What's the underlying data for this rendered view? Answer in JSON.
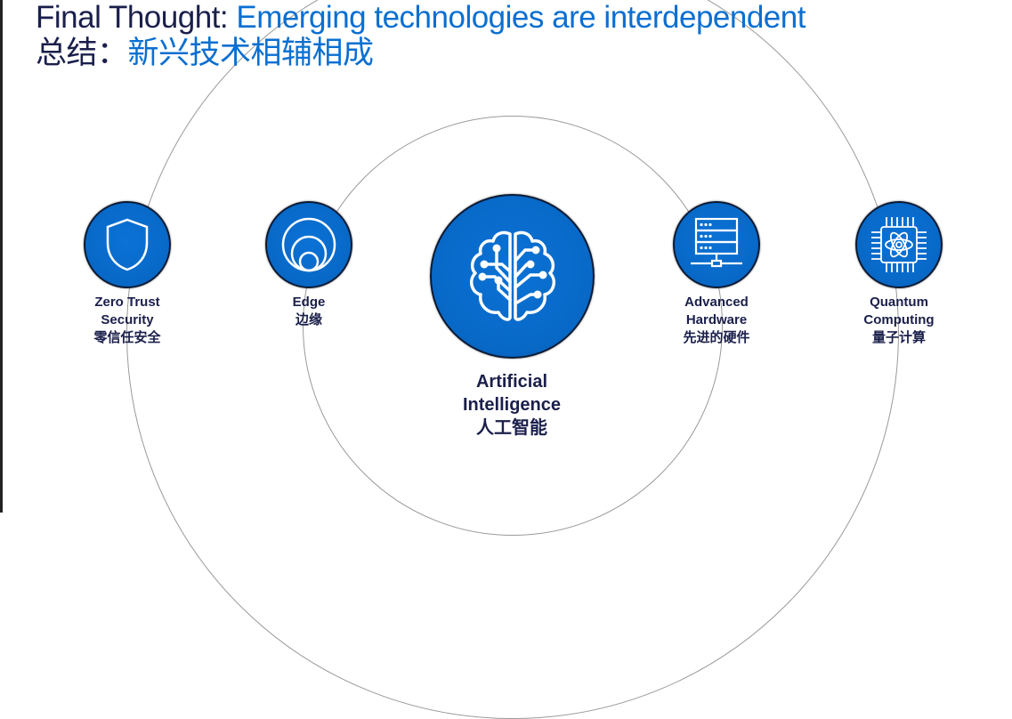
{
  "title": {
    "en_prefix": "Final Thought: ",
    "en_accent": "Emerging technologies are interdependent",
    "zh_prefix": "总结：",
    "zh_accent": "新兴技术相辅相成"
  },
  "nodes": {
    "zero_trust": {
      "line1": "Zero Trust",
      "line2": "Security",
      "zh": "零信任安全",
      "icon": "shield-icon"
    },
    "edge": {
      "line1": "Edge",
      "zh": "边缘",
      "icon": "concentric-circles-icon"
    },
    "ai": {
      "line1": "Artificial",
      "line2": "Intelligence",
      "zh": "人工智能",
      "icon": "brain-circuit-icon"
    },
    "hardware": {
      "line1": "Advanced",
      "line2": "Hardware",
      "zh": "先进的硬件",
      "icon": "server-icon"
    },
    "quantum": {
      "line1": "Quantum",
      "line2": "Computing",
      "zh": "量子计算",
      "icon": "quantum-chip-icon"
    }
  },
  "colors": {
    "accent": "#0a6fd1",
    "navy": "#1a1f4b",
    "node_fill": "#0868c6"
  }
}
